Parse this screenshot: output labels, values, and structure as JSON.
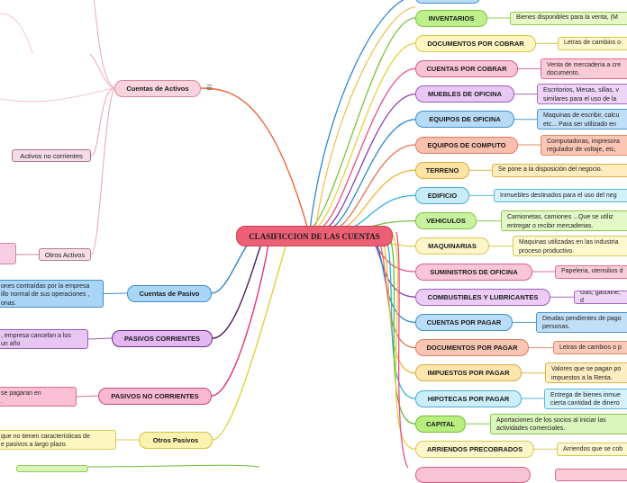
{
  "center": "CLASIFICCION DE LAS CUENTAS",
  "left_branches": [
    {
      "label": "Cuentas de Activos",
      "bg": "#f9d3de",
      "border": "#d98aa2",
      "w": 96,
      "edge": "#f0643c"
    },
    {
      "label": "Activos no corrientes",
      "bg": "#f3dbe8",
      "border": "#a3738f",
      "w": 88,
      "edge": "#f0a6b7",
      "plain": true
    },
    {
      "label": "Otros Activos",
      "bg": "#f6dde7",
      "border": "#b57d92",
      "w": 58,
      "edge": "#f0a6b7",
      "plain": true
    },
    {
      "label": "Cuentas de Pasivo",
      "bg": "#a9d5f7",
      "border": "#3d8ec9",
      "w": 94,
      "edge": "#2a82c9"
    },
    {
      "label": "PASIVOS CORRIENTES",
      "bg": "#e3b7f1",
      "border": "#6d2a86",
      "w": 112,
      "edge": "#4a1b5e"
    },
    {
      "label": "PASIVOS NO CORRIENTES",
      "bg": "#f9b7d1",
      "border": "#c44d7c",
      "w": 126,
      "edge": "#e33871"
    },
    {
      "label": "Otros Pasivos",
      "bg": "#fbf2ad",
      "border": "#d2c046",
      "w": 82,
      "edge": "#e0d239"
    }
  ],
  "left_notes": [
    {
      "text": "ones contraídas por la empresa\nillo normal de sus operaciones ,\nonas.",
      "bg": "#a9d5f7",
      "border": "#3d8ec9"
    },
    {
      "text": ", empresa cancelan a los\n un año",
      "bg": "#e8c6f4",
      "border": "#9d5cb8"
    },
    {
      "text": " se pagaran  en\n.",
      "bg": "#fbc0d6",
      "border": "#d2708f"
    },
    {
      "text": "que no tienen caracteristicas de\ne pasivos a largo plazo.",
      "bg": "#fdf7bf",
      "border": "#d9c95a"
    }
  ],
  "right_nodes": [
    {
      "label": "INVENTARIOS",
      "note": "Bienes disponibles para la venta, (M",
      "bg": "#bdf08a",
      "border": "#7bc23b",
      "nbg": "#e7f8c6",
      "nborder": "#8fcb4e",
      "edge": "#7bc23b",
      "w": 80
    },
    {
      "label": "DOCUMENTOS POR COBRAR",
      "note": "Letras de cambios o",
      "bg": "#fdf6c1",
      "border": "#d8c64b",
      "nbg": "#fdf7c9",
      "nborder": "#d8c64b",
      "edge": "#e3d23d",
      "w": 134
    },
    {
      "label": "CUENTAS POR COBRAR",
      "note": "Venta de mercaderia a cre\ndocumento.",
      "bg": "#f9c3d6",
      "border": "#d95a88",
      "nbg": "#fbcbd8",
      "nborder": "#e06889",
      "edge": "#ea4f7f",
      "w": 114
    },
    {
      "label": "MUEBLES DE OFICINA",
      "note": "Escritorios, Mesas, sillas, v\nsimilares para el uso de la",
      "bg": "#e9c7f5",
      "border": "#9b5bb7",
      "nbg": "#eed4f7",
      "nborder": "#a569be",
      "edge": "#8c3fae",
      "w": 110
    },
    {
      "label": "EQUIPOS DE OFICINA",
      "note": "Maquinas de escribir, calcu\netc... Para ser utilizado en",
      "bg": "#b7daf6",
      "border": "#3f8fcd",
      "nbg": "#c0def8",
      "nborder": "#4b98d2",
      "edge": "#2d88cf",
      "w": 110
    },
    {
      "label": "EQUIPOS DE COMPUTO",
      "note": "Computadoras, impresora\nregulador de voltaje, etc,",
      "bg": "#f9c0ae",
      "border": "#df7a5c",
      "nbg": "#fbc6b3",
      "nborder": "#e18867",
      "edge": "#e57150",
      "w": 114
    },
    {
      "label": "TERRENO",
      "note": "Se pone a la disposición del negocio.",
      "bg": "#fde3a4",
      "border": "#d9ab3a",
      "nbg": "#feecbc",
      "nborder": "#ddb348",
      "edge": "#f2b53b",
      "w": 60
    },
    {
      "label": "EDIFICIO",
      "note": "Inmuebles destinados para el uso del neg",
      "bg": "#c7ecf7",
      "border": "#4caed1",
      "nbg": "#d3f1f9",
      "nborder": "#5ab8da",
      "edge": "#2cb2d8",
      "w": 60
    },
    {
      "label": "VEHICULOS",
      "note": "Camionetas, camiones ...Que se utiliz\nentregar o recibir mercaderias.",
      "bg": "#c8f2a0",
      "border": "#7cc342",
      "nbg": "#e2f8c6",
      "nborder": "#89c650",
      "edge": "#72bf3a",
      "w": 68
    },
    {
      "label": "MAQUINARIAS",
      "note": "Maquinas utilizadas en las industria\nproceso productivo.",
      "bg": "#fdf6c9",
      "border": "#d9c854",
      "nbg": "#fdf8d0",
      "nborder": "#d9c854",
      "edge": "#e0d04b",
      "w": 82
    },
    {
      "label": "SUMINISTROS DE OFICINA",
      "note": "Papeleria, utensilios d",
      "bg": "#f9c5d8",
      "border": "#d95e8b",
      "nbg": "#fbcdda",
      "nborder": "#df6d8f",
      "edge": "#ea4f7f",
      "w": 130
    },
    {
      "label": "COMBUSTIBLES Y LUBRICANTES",
      "note": "Gas, gasoline, d",
      "bg": "#ecccf6",
      "border": "#9d5fb9",
      "nbg": "#efd6f7",
      "nborder": "#a569be",
      "edge": "#8c3fae",
      "w": 150
    },
    {
      "label": "CUENTAS POR PAGAR",
      "note": "Deudas pendientes de pago\npersonas.",
      "bg": "#b9dcf7",
      "border": "#4190cd",
      "nbg": "#c2dff8",
      "nborder": "#4b98d2",
      "edge": "#2d88cf",
      "w": 108
    },
    {
      "label": "DOCUMENTOS POR PAGAR",
      "note": "Letras de cambios o p",
      "bg": "#f9c6b4",
      "border": "#df7e61",
      "nbg": "#fbcbb9",
      "nborder": "#e18867",
      "edge": "#e57150",
      "w": 126
    },
    {
      "label": "IMPUESTOS POR PAGAR",
      "note": "Valores que se pagan po\nimpuestos a la Renta.",
      "bg": "#fde6ad",
      "border": "#d9ad40",
      "nbg": "#feedc2",
      "nborder": "#ddb348",
      "edge": "#f2b53b",
      "w": 118
    },
    {
      "label": "HIPOTECAS POR PAGAR",
      "note": "Entrega de bienes inmue\ncierta cantidad de dinero",
      "bg": "#cbeef8",
      "border": "#4daed2",
      "nbg": "#d6f2fa",
      "nborder": "#5ab8da",
      "edge": "#2cb2d8",
      "w": 118
    },
    {
      "label": "CAPITAL",
      "note": "Aportaciones de los socios al iniciar las\nactividades comerciales.",
      "bg": "#b7ee7f",
      "border": "#73bd35",
      "nbg": "#dbf6bc",
      "nborder": "#83c44a",
      "edge": "#6db834",
      "w": 56
    },
    {
      "label": "ARRIENDOS PRECOBRADOS",
      "note": "Arriendos que se cob",
      "bg": "#fdf6c9",
      "border": "#d9c854",
      "nbg": "#fdf8d0",
      "nborder": "#d9c854",
      "edge": "#e0d04b",
      "w": 132
    }
  ]
}
